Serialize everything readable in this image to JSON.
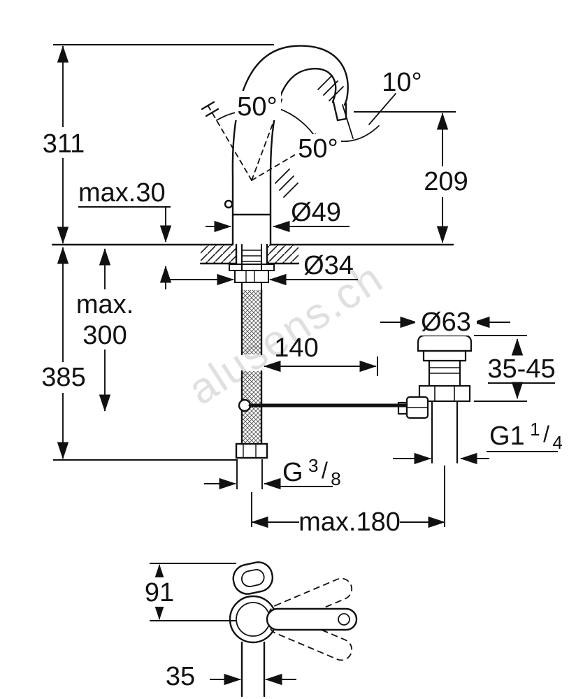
{
  "watermark": "alusens.ch",
  "side_view": {
    "dim_total_height": "311",
    "dim_deck_thickness": "max.30",
    "dim_spout_height": "209",
    "angle_spout_swivel": "10°",
    "angle_lever_front": "50°",
    "angle_lever_back": "50°",
    "dia_body": "Ø49",
    "dia_hole": "Ø34",
    "dim_below_deck_word": "max.",
    "dim_below_deck_value": "300",
    "dim_below_total": "385",
    "dim_rod_reach": "140",
    "dia_waste_flange": "Ø63",
    "dim_waste_deck_range": "35-45",
    "thread_waste": {
      "base": "G1",
      "numerator": "1",
      "slash": "/",
      "denominator": "4"
    },
    "thread_supply": {
      "base": "G",
      "numerator": "3",
      "slash": "/",
      "denominator": "8"
    },
    "dim_center_distance": "max.180"
  },
  "top_view": {
    "dim_spout_reach": "91",
    "dim_connection_width": "35"
  }
}
